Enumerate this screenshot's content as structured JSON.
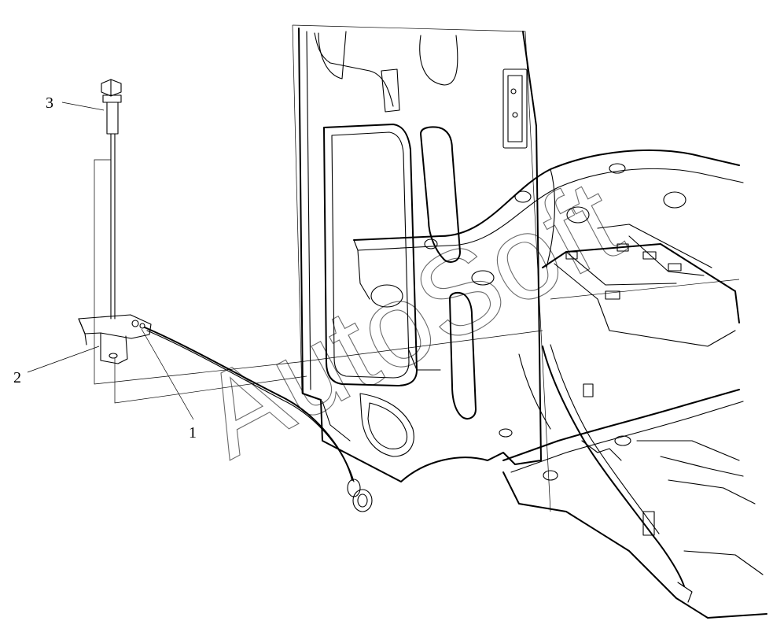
{
  "callouts": [
    {
      "id": "1",
      "label": "1"
    },
    {
      "id": "2",
      "label": "2"
    },
    {
      "id": "3",
      "label": "3"
    }
  ],
  "watermark": "AutoSoft"
}
